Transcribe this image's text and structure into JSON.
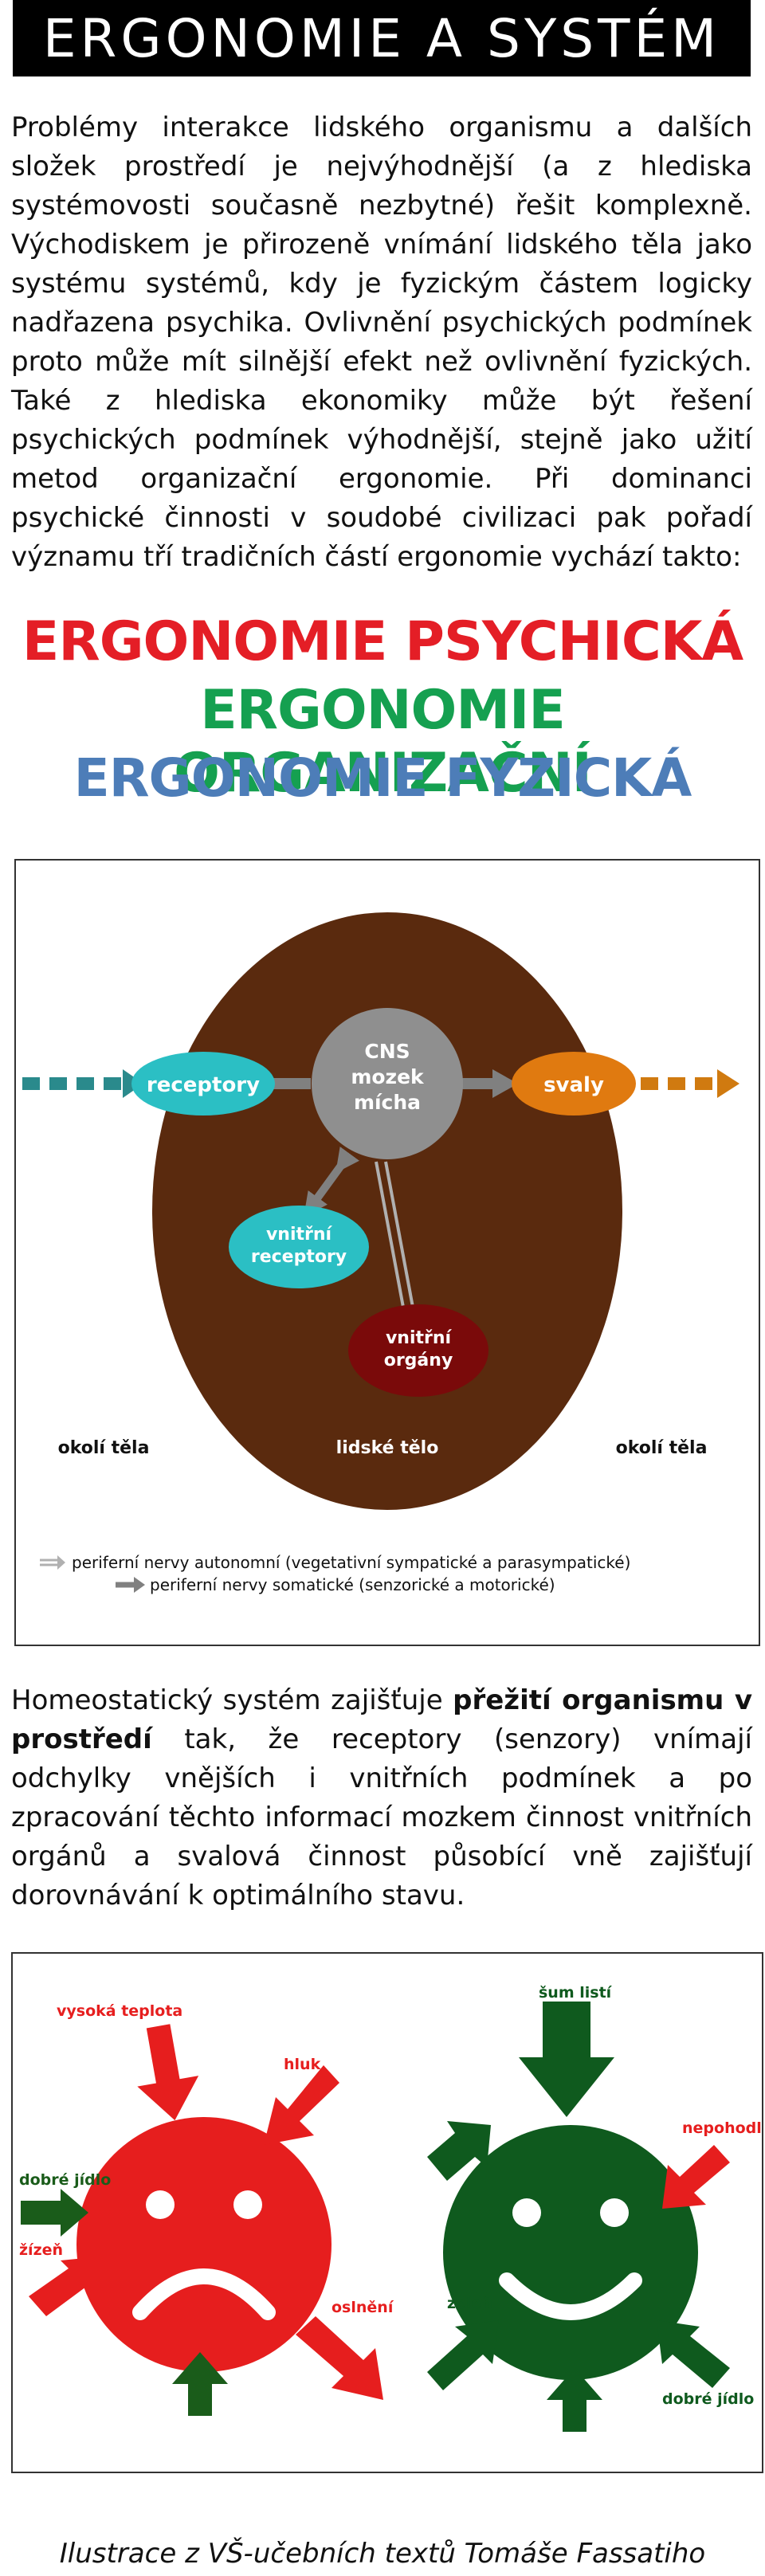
{
  "title": "ERGONOMIE A SYSTÉM",
  "intro_paragraph": "Problémy interakce lidského organismu a dalších složek prostředí je nejvýhodnější (a z hlediska systémovosti současně nezbytné) řešit komplexně. Východiskem je přirozeně vnímání lidského těla jako systému systémů, kdy je fyzickým částem logicky nadřazena psychika. Ovlivnění psychických podmínek proto může mít silnější efekt než ovlivnění fyzických. Také z hlediska ekonomiky může být řešení psychických podmínek výhodnější, stejně jako užití metod organizační ergonomie. Při dominanci psychické činnosti v soudobé civilizaci pak pořadí významu tří tradičních částí ergonomie vychází takto:",
  "ergonomie_order": [
    {
      "label": "ERGONOMIE PSYCHICKÁ",
      "color": "#e41e26"
    },
    {
      "label": "ERGONOMIE ORGANIZAČNÍ",
      "color": "#15a050"
    },
    {
      "label": "ERGONOMIE FYZICKÁ",
      "color": "#4d7db8"
    }
  ],
  "diagram": {
    "receptory": "receptory",
    "cns_lines": [
      "CNS",
      "mozek",
      "mícha"
    ],
    "svaly": "svaly",
    "vnitrni_receptory_lines": [
      "vnitřní",
      "receptory"
    ],
    "vnitrni_organy_lines": [
      "vnitřní",
      "orgány"
    ],
    "okoli_left": "okolí těla",
    "lidske_telo": "lidské tělo",
    "okoli_right": "okolí těla",
    "legend_autonomic": "periferní nervy autonomní (vegetativní sympatické a parasympatické)",
    "legend_somatic": "periferní nervy somatické (senzorické a motorické)",
    "colors": {
      "body": "#5a2a0e",
      "receptory": "#2bbfc4",
      "cns": "#8f8f8f",
      "svaly": "#e07a10",
      "organy": "#7a0a0a"
    }
  },
  "homeostasis_paragraph": {
    "before": "Homeostatický systém zajišťuje ",
    "bold": "přežití organismu v prostředí",
    "after": " tak, že receptory (senzory) vnímají odchylky vnějších i vnitřních podmínek a po zpracování těchto informací mozkem činnost vnitřních orgánů a svalová činnost působící vně zajišťují dorovnávání k optimálního stavu."
  },
  "faces_figure": {
    "sad_labels": [
      "vysoká teplota",
      "hluk",
      "dobré jídlo",
      "žízeň",
      "oslnění"
    ],
    "happy_labels": [
      "šum listí",
      "nepohodlí",
      "zeleň",
      "dobré jídlo"
    ],
    "colors": {
      "sad": "#e61e1e",
      "happy": "#0f5a1e"
    }
  },
  "caption": "Ilustrace z VŠ-učebních textů Tomáše Fassatiho"
}
